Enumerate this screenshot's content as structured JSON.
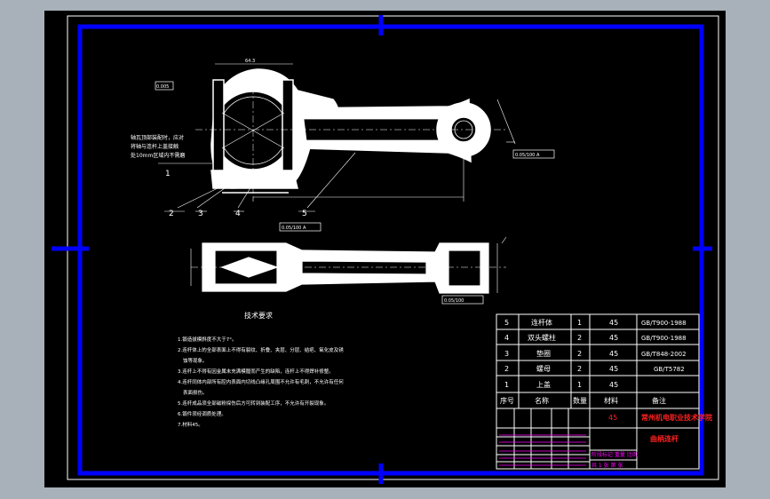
{
  "colors": {
    "frame": "#0000ff",
    "line": "#ffffff",
    "accent_red": "#ff2020",
    "accent_magenta": "#ff00ff",
    "accent_yellow": "#ffff00",
    "background": "#000000",
    "workspace": "#a8b0ba"
  },
  "drawing": {
    "title_note": "技术要求",
    "notes": [
      "1.锻造拔模斜度不大于7°。",
      "2.连杆体上的全部表面上不得有裂纹、折叠、夹层、分层、结疤、氧化皮及锈",
      "蚀等现象。",
      "3.连杆上不得有因金属未充满模膛而产生的缺陷，连杆上不得焊补修整。",
      "4.连杆同体内部所有腔内表面内切线凸缘孔周围不允许有毛刺，不允许有任何",
      "表面损伤。",
      "5.连杆成品须全部磁粉探伤后方可转到装配工序，不允许有开裂现象。",
      "6.锻件须经调质处理。",
      "7.材料45。"
    ],
    "callouts": [
      "1",
      "2",
      "3",
      "4",
      "5"
    ],
    "left_annotation": [
      "轴瓦顶部装配时，应对",
      "将轴与连杆上盖接触",
      "处10mm区域内不需磨"
    ],
    "tolerances": [
      "0.005",
      "0.05/100 A",
      "0.05/100 A",
      "0.05/100"
    ],
    "dims": [
      "64.3",
      "A"
    ]
  },
  "bom": {
    "rows": [
      {
        "no": "5",
        "name": "连杆体",
        "qty": "1",
        "material": "45",
        "std": "GB/T900-1988"
      },
      {
        "no": "4",
        "name": "双头螺柱",
        "qty": "2",
        "material": "45",
        "std": "GB/T900-1988"
      },
      {
        "no": "3",
        "name": "垫圈",
        "qty": "2",
        "material": "45",
        "std": "GB/T848-2002"
      },
      {
        "no": "2",
        "name": "螺母",
        "qty": "2",
        "material": "45",
        "std": "GB/T5782"
      },
      {
        "no": "1",
        "name": "上盖",
        "qty": "1",
        "material": "45",
        "std": ""
      }
    ],
    "header": {
      "no": "序号",
      "name": "名称",
      "qty": "数量",
      "material": "材料",
      "remark": "备注"
    }
  },
  "title_block": {
    "school": "常州机电职业技术学院",
    "drawing_name": "曲柄连杆",
    "material_mark": "45",
    "scale_labels": "阶段标记 重量 比例",
    "sheet": "共 1 张 第 张"
  }
}
